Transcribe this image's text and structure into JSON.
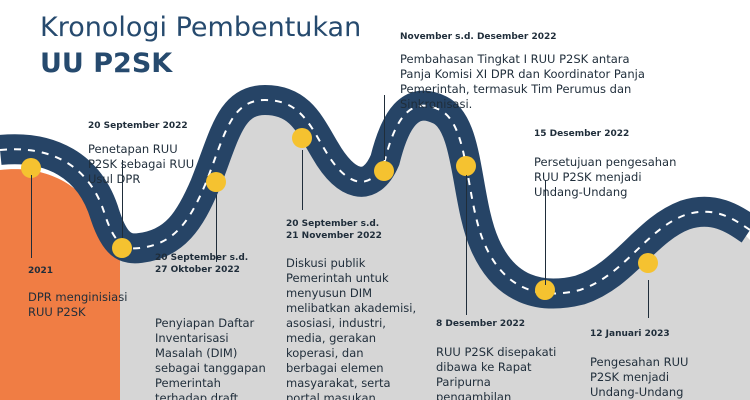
{
  "title": {
    "line1": "Kronologi Pembentukan",
    "line2": "UU P2SK"
  },
  "colors": {
    "title": "#264a6e",
    "road": "#264466",
    "dash": "#ffffff",
    "marker": "#f5c230",
    "first_segment": "#f07d44",
    "ground": "#d6d6d6",
    "text": "#1f2d3a"
  },
  "events": [
    {
      "date": "2021",
      "lines": [
        "DPR menginisiasi",
        "RUU P2SK"
      ]
    },
    {
      "date": "20 September 2022",
      "lines": [
        "Penetapan RUU",
        "P2SK sebagai RUU",
        "Usul DPR"
      ]
    },
    {
      "date": "20 September s.d.\n27 Oktober 2022",
      "lines": [
        "Penyiapan Daftar",
        "Inventarisasi",
        "Masalah (DIM)",
        "sebagai tanggapan",
        "Pemerintah",
        "terhadap draft"
      ]
    },
    {
      "date": "20 September s.d.\n21 November 2022",
      "lines": [
        "Diskusi publik",
        "Pemerintah untuk",
        "menyusun DIM",
        "melibatkan akademisi,",
        "asosiasi, industri,",
        "media, gerakan",
        "koperasi, dan",
        "berbagai elemen",
        "masyarakat, serta",
        "portal masukan"
      ]
    },
    {
      "date": "November s.d. Desember 2022",
      "lines": [
        "Pembahasan Tingkat I RUU P2SK antara",
        "Panja Komisi XI DPR dan Koordinator Panja",
        "Pemerintah, termasuk Tim Perumus dan",
        "Sinkronisasi."
      ]
    },
    {
      "date": "8 Desember 2022",
      "lines": [
        "RUU P2SK disepakati",
        "dibawa ke Rapat",
        "Paripurna",
        "pengambilan"
      ]
    },
    {
      "date": "15 Desember 2022",
      "lines": [
        "Persetujuan pengesahan",
        "RUU P2SK menjadi",
        "Undang-Undang"
      ]
    },
    {
      "date": "12 Januari 2023",
      "lines": [
        "Pengesahan RUU",
        "P2SK menjadi",
        "Undang-Undang"
      ]
    }
  ]
}
